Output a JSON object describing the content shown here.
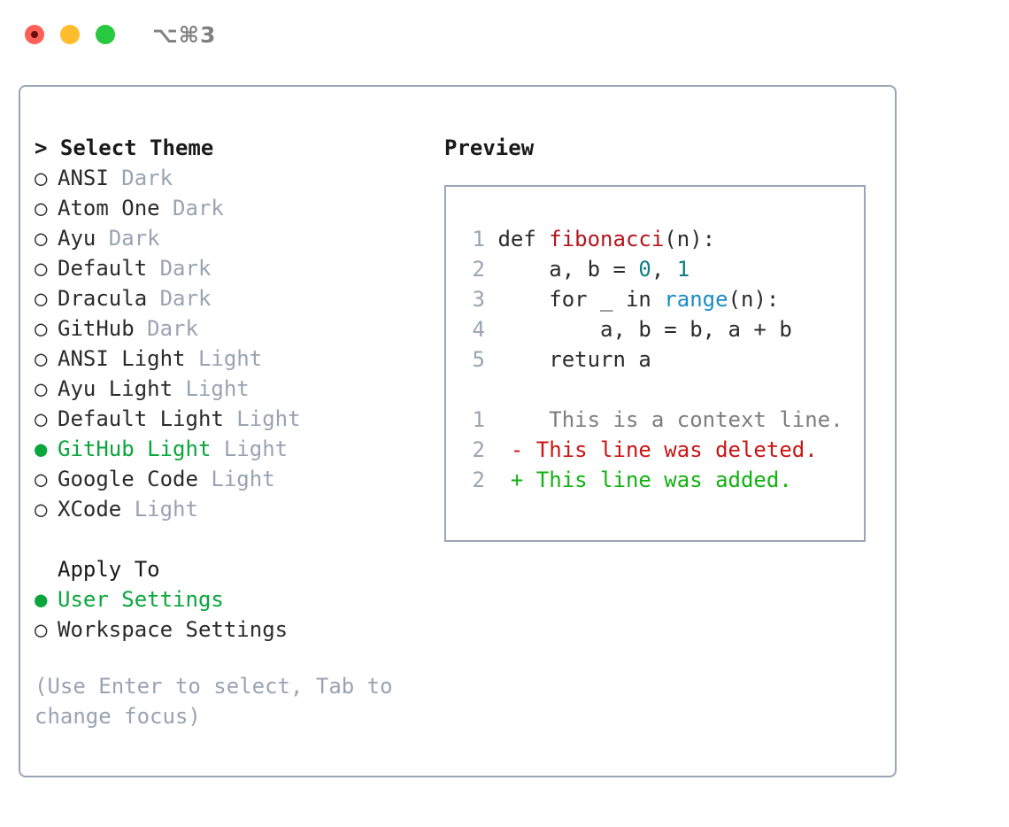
{
  "window": {
    "shortcut": "⌥⌘3",
    "traffic_lights": [
      {
        "name": "close",
        "color": "#fc6058"
      },
      {
        "name": "minimize",
        "color": "#ffbd2e"
      },
      {
        "name": "maximize",
        "color": "#28c840"
      }
    ]
  },
  "colors": {
    "accent_green": "#0aa63c",
    "border": "#9aa5b5",
    "muted": "#9aa3b2",
    "text": "#2b2b2b",
    "diff_add": "#11b211",
    "diff_del": "#cc1414",
    "diff_ctx": "#7d7d7d",
    "token_function": "#b3161e",
    "token_number": "#0e7f80",
    "token_call": "#1a8cc4"
  },
  "theme_list": {
    "heading": "> Select Theme",
    "items": [
      {
        "marker": "○",
        "label": "ANSI",
        "suffix": "Dark",
        "selected": false
      },
      {
        "marker": "○",
        "label": "Atom One",
        "suffix": "Dark",
        "selected": false
      },
      {
        "marker": "○",
        "label": "Ayu",
        "suffix": "Dark",
        "selected": false
      },
      {
        "marker": "○",
        "label": "Default",
        "suffix": "Dark",
        "selected": false
      },
      {
        "marker": "○",
        "label": "Dracula",
        "suffix": "Dark",
        "selected": false
      },
      {
        "marker": "○",
        "label": "GitHub",
        "suffix": "Dark",
        "selected": false
      },
      {
        "marker": "○",
        "label": "ANSI Light",
        "suffix": "Light",
        "selected": false
      },
      {
        "marker": "○",
        "label": "Ayu Light",
        "suffix": "Light",
        "selected": false
      },
      {
        "marker": "○",
        "label": "Default Light",
        "suffix": "Light",
        "selected": false
      },
      {
        "marker": "●",
        "label": "GitHub Light",
        "suffix": "Light",
        "selected": true
      },
      {
        "marker": "○",
        "label": "Google Code",
        "suffix": "Light",
        "selected": false
      },
      {
        "marker": "○",
        "label": "XCode",
        "suffix": "Light",
        "selected": false
      }
    ]
  },
  "apply_to": {
    "heading": "Apply To",
    "items": [
      {
        "marker": "●",
        "label": "User Settings",
        "selected": true
      },
      {
        "marker": "○",
        "label": "Workspace Settings",
        "selected": false
      }
    ]
  },
  "hint": "(Use Enter to select, Tab to change focus)",
  "preview": {
    "title": "Preview",
    "code_lines": [
      {
        "num": "1",
        "tokens": [
          {
            "t": " def ",
            "k": "plain"
          },
          {
            "t": "fibonacci",
            "k": "fn"
          },
          {
            "t": "(n):",
            "k": "plain"
          }
        ]
      },
      {
        "num": "2",
        "tokens": [
          {
            "t": "     a, b = ",
            "k": "plain"
          },
          {
            "t": "0",
            "k": "num"
          },
          {
            "t": ", ",
            "k": "plain"
          },
          {
            "t": "1",
            "k": "num"
          }
        ]
      },
      {
        "num": "3",
        "tokens": [
          {
            "t": "     for _ in ",
            "k": "plain"
          },
          {
            "t": "range",
            "k": "call"
          },
          {
            "t": "(n):",
            "k": "plain"
          }
        ]
      },
      {
        "num": "4",
        "tokens": [
          {
            "t": "         a, b = b, a + b",
            "k": "plain"
          }
        ]
      },
      {
        "num": "5",
        "tokens": [
          {
            "t": "     return a",
            "k": "plain"
          }
        ]
      }
    ],
    "diff_lines": [
      {
        "num": "1",
        "sign": " ",
        "text": "  This is a context line.",
        "kind": "ctx"
      },
      {
        "num": "2",
        "sign": "-",
        "text": " This line was deleted.",
        "kind": "del"
      },
      {
        "num": "2",
        "sign": "+",
        "text": " This line was added.",
        "kind": "add"
      }
    ]
  }
}
